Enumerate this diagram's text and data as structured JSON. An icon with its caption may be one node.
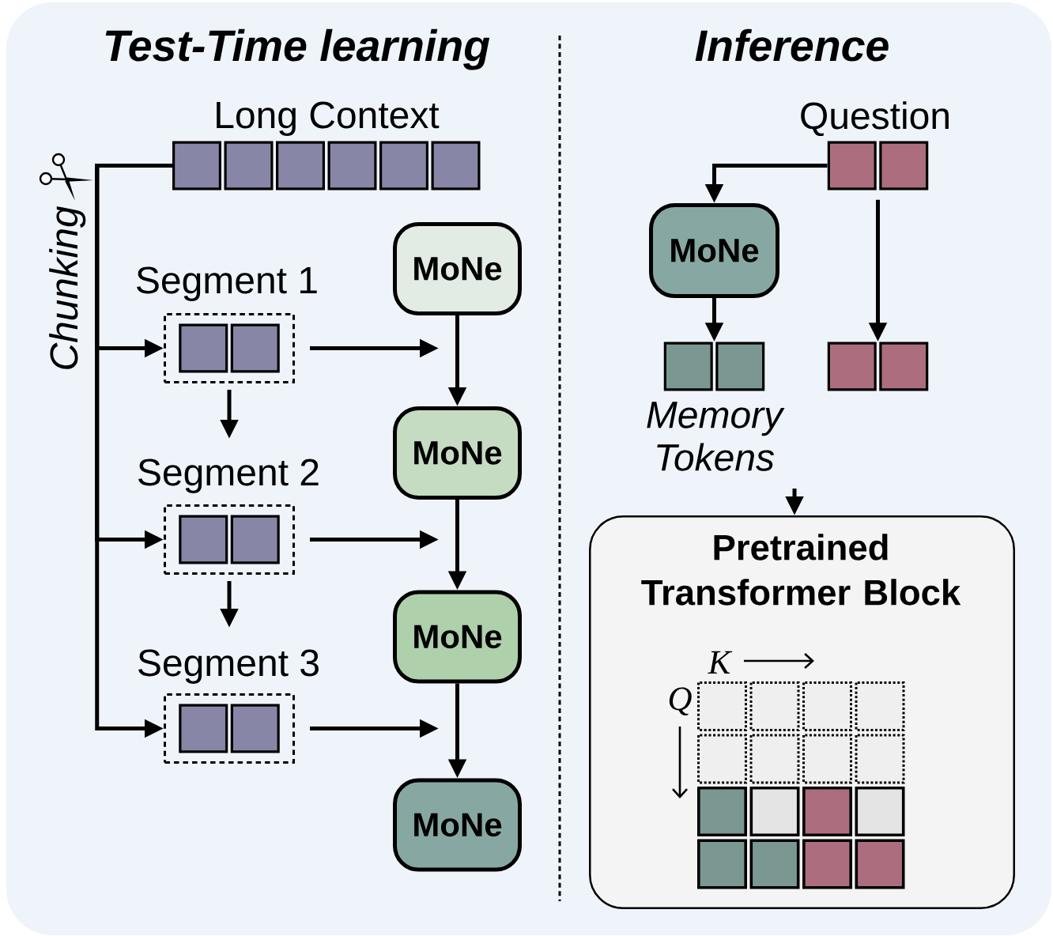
{
  "diagram": {
    "nodes": [
      {
        "text": [
          "Long Context"
        ]
      },
      {
        "text": [
          "Segment 1"
        ]
      },
      {
        "text": [
          "Segment 2"
        ]
      },
      {
        "text": [
          "Segment 3"
        ]
      },
      {
        "text": [
          "MoNe"
        ]
      },
      {
        "text": [
          "MoNe"
        ]
      },
      {
        "text": [
          "MoNe"
        ]
      },
      {
        "text": [
          "MoNe"
        ]
      },
      {
        "text": [
          "Question"
        ]
      },
      {
        "text": [
          "MoNe"
        ]
      },
      {
        "text": [
          "Memory Tokens"
        ]
      },
      {
        "text": [],
        "shape": "box"
      },
      {
        "text": [
          "Pretrained Transformer Block"
        ]
      }
    ],
    "edges": [
      {
        "from": 0,
        "to": 1,
        "arrow": "to"
      },
      {
        "from": 0,
        "to": 2,
        "arrow": "to"
      },
      {
        "from": 0,
        "to": 3,
        "arrow": "to"
      },
      {
        "from": 1,
        "to": 2,
        "arrow": "to"
      },
      {
        "from": 2,
        "to": 3,
        "arrow": "to"
      },
      {
        "from": 1,
        "to": null,
        "arrow": "to"
      },
      {
        "from": 2,
        "to": null,
        "arrow": "to"
      },
      {
        "from": 3,
        "to": null,
        "arrow": "to"
      },
      {
        "from": 4,
        "to": 5,
        "arrow": "to"
      },
      {
        "from": 5,
        "to": 6,
        "arrow": "to"
      },
      {
        "from": 6,
        "to": 7,
        "arrow": "to"
      },
      {
        "from": 8,
        "to": 9,
        "arrow": "to"
      },
      {
        "from": 8,
        "to": 11,
        "arrow": "to"
      },
      {
        "from": 9,
        "to": 10,
        "arrow": "to"
      },
      {
        "from": null,
        "to": 12,
        "arrow": "to"
      }
    ],
    "labels": [
      "Test-Time learning",
      "Inference",
      "Chunking",
      "K",
      "Q"
    ]
  }
}
